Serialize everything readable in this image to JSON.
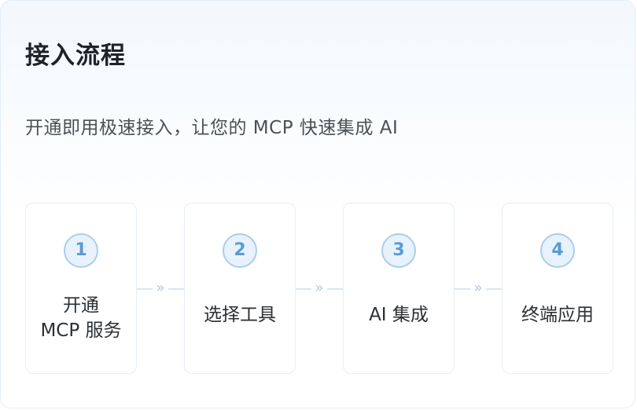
{
  "card": {
    "title": "接入流程",
    "subtitle": "开通即用极速接入，让您的 MCP 快速集成 AI"
  },
  "steps": [
    {
      "number": "1",
      "line1": "开通",
      "line2": "MCP 服务"
    },
    {
      "number": "2",
      "line1": "选择工具"
    },
    {
      "number": "3",
      "line1": "AI 集成"
    },
    {
      "number": "4",
      "line1": "终端应用"
    }
  ],
  "connector": {
    "glyph": "»"
  },
  "colors": {
    "badge_border": "#a9cdec",
    "badge_fill": "#e8f2fc",
    "badge_text": "#5b9bd5",
    "title_text": "#1f2329",
    "subtitle_text": "#4a5056"
  }
}
